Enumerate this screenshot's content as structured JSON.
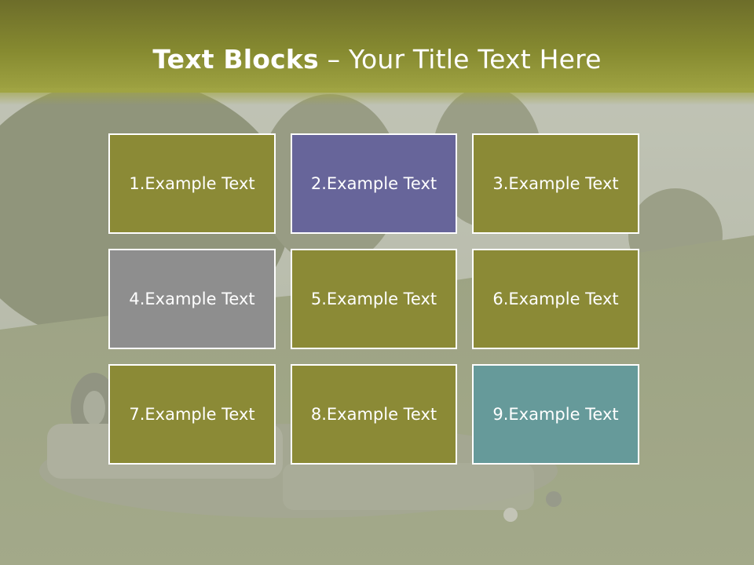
{
  "slide": {
    "title_bold": "Text Blocks",
    "title_dash": " – ",
    "title_rest": "Your Title Text Here"
  },
  "blocks": [
    {
      "label": "1.Example Text",
      "color": "#8b8a36"
    },
    {
      "label": "2.Example Text",
      "color": "#67659a"
    },
    {
      "label": "3.Example Text",
      "color": "#8b8a36"
    },
    {
      "label": "4.Example Text",
      "color": "#8e8e8e"
    },
    {
      "label": "5.Example Text",
      "color": "#8b8a36"
    },
    {
      "label": "6.Example Text",
      "color": "#8b8a36"
    },
    {
      "label": "7.Example Text",
      "color": "#8b8a36"
    },
    {
      "label": "8.Example Text",
      "color": "#8b8a36"
    },
    {
      "label": "9.Example Text",
      "color": "#669a9a"
    }
  ],
  "colors": {
    "title_band": "#868a30",
    "text": "#ffffff"
  }
}
